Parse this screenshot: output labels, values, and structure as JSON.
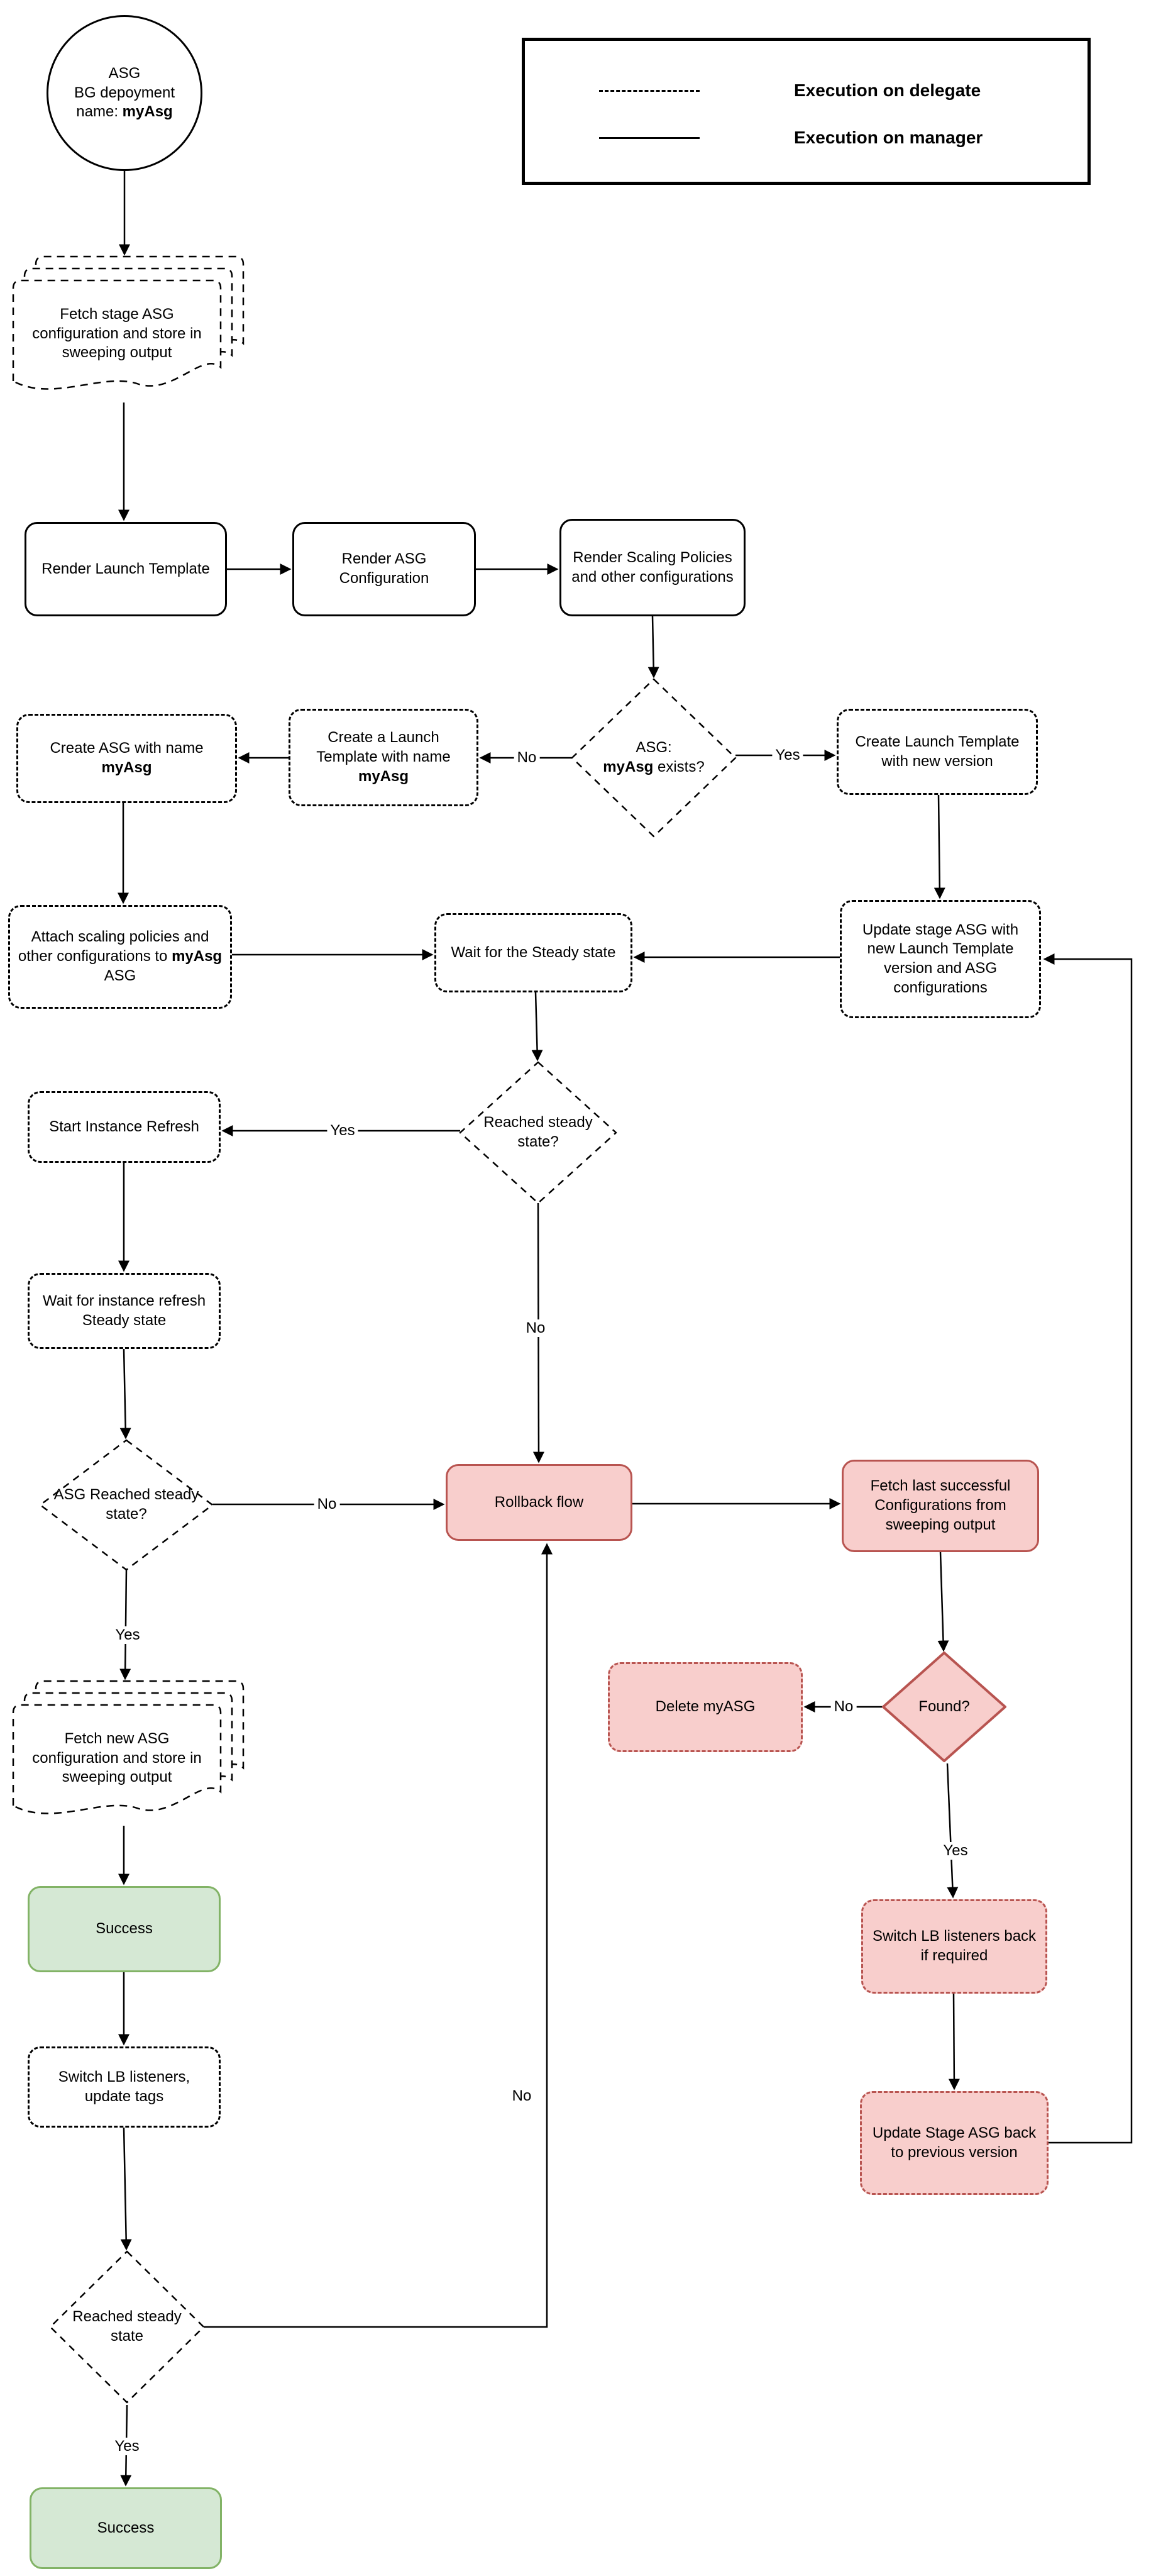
{
  "legend": {
    "items": [
      {
        "style": "dashed",
        "label": "Execution on delegate"
      },
      {
        "style": "solid",
        "label": "Execution on manager"
      }
    ]
  },
  "nodes": {
    "start": {
      "line1": "ASG",
      "line2": "BG depoyment",
      "line3_pre": "name: ",
      "line3_bold": "myAsg"
    },
    "fetch_stage": {
      "label": "Fetch stage ASG configuration and store in sweeping output"
    },
    "render_launch_template": {
      "label": "Render Launch Template"
    },
    "render_asg_configuration": {
      "label": "Render ASG Configuration"
    },
    "render_scaling_policies": {
      "label": "Render Scaling Policies and other configurations"
    },
    "asg_exists": {
      "pre": "ASG:",
      "bold": "myAsg",
      "post": " exists?"
    },
    "create_launch_template_new_version": {
      "label": "Create Launch Template with new version"
    },
    "create_a_launch_template": {
      "pre": "Create a Launch Template with name ",
      "bold": "myAsg"
    },
    "create_asg": {
      "pre": "Create ASG with name ",
      "bold": "myAsg"
    },
    "attach_scaling_policies": {
      "pre": "Attach scaling policies and other configurations to ",
      "bold": "myAsg",
      "post": " ASG"
    },
    "wait_steady": {
      "label": "Wait for the Steady state"
    },
    "update_stage_asg": {
      "label": "Update stage ASG with new Launch Template version and ASG configurations"
    },
    "reached_steady_1": {
      "label": "Reached steady state?"
    },
    "start_instance_refresh": {
      "label": "Start Instance Refresh"
    },
    "wait_instance_refresh": {
      "label": "Wait for instance refresh Steady state"
    },
    "asg_reached_steady": {
      "label": "ASG Reached steady state?"
    },
    "rollback_flow": {
      "label": "Rollback flow"
    },
    "fetch_last_successful": {
      "label": "Fetch last successful Configurations from sweeping output"
    },
    "found": {
      "label": "Found?"
    },
    "delete_myasg": {
      "label": "Delete myASG"
    },
    "fetch_new_asg": {
      "label": "Fetch new ASG configuration and store in sweeping output"
    },
    "success_1": {
      "label": "Success"
    },
    "switch_lb_listeners": {
      "label": "Switch LB listeners, update tags"
    },
    "switch_lb_back": {
      "label": "Switch LB listeners back if required"
    },
    "update_stage_back": {
      "label": "Update Stage ASG back to previous version"
    },
    "reached_steady_2": {
      "label": "Reached steady state"
    },
    "success_2": {
      "label": "Success"
    }
  },
  "edge_labels": {
    "exists_no": "No",
    "exists_yes": "Yes",
    "reached1_yes": "Yes",
    "reached1_no": "No",
    "asg_reached_no": "No",
    "asg_reached_yes": "Yes",
    "found_no": "No",
    "found_yes": "Yes",
    "reached2_no": "No",
    "reached2_yes": "Yes"
  },
  "colors": {
    "danger_fill": "#f8cecc",
    "danger_border": "#b85450",
    "success_fill": "#d5e8d4",
    "success_border": "#82b366",
    "line": "#000000"
  }
}
